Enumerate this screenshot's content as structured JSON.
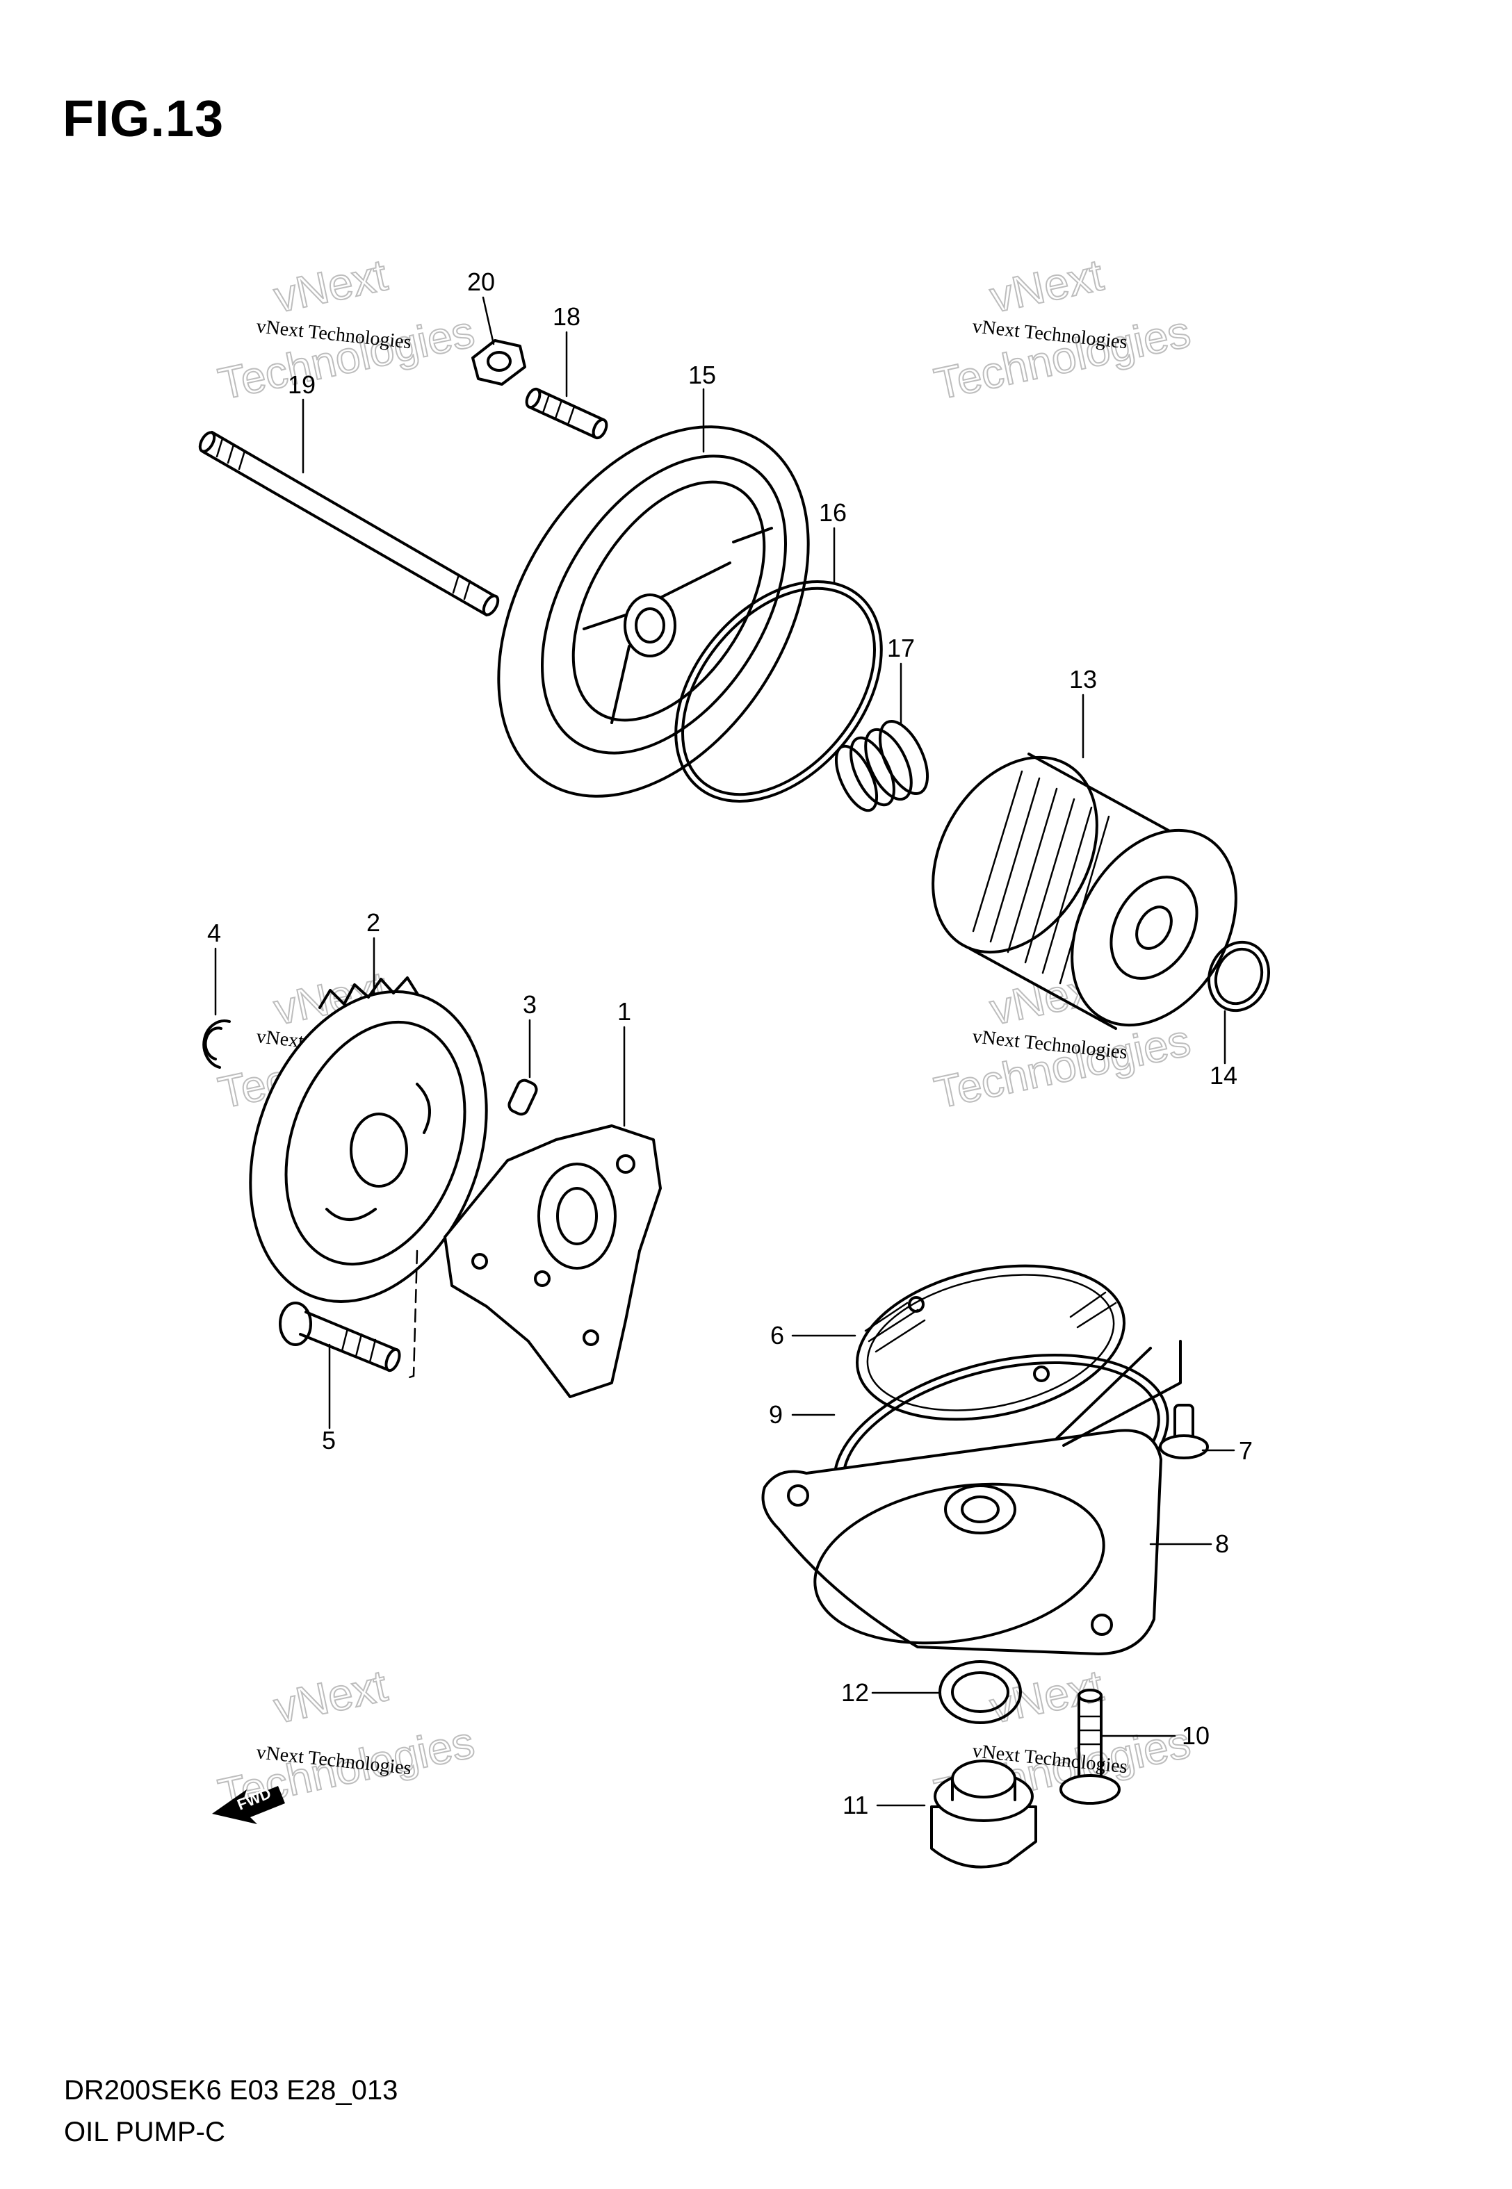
{
  "figure": {
    "title": "FIG.13",
    "code": "DR200SEK6 E03 E28_013",
    "name": "OIL PUMP-C"
  },
  "watermark": {
    "brand_line": "vNext Technologies",
    "big_word_1": "vNext",
    "big_word_2": "Technologies"
  },
  "callouts": {
    "c1": "1",
    "c2": "2",
    "c3": "3",
    "c4": "4",
    "c5": "5",
    "c6": "6",
    "c7": "7",
    "c8": "8",
    "c9": "9",
    "c10": "10",
    "c11": "11",
    "c12": "12",
    "c13": "13",
    "c14": "14",
    "c15": "15",
    "c16": "16",
    "c17": "17",
    "c18": "18",
    "c19": "19",
    "c20": "20"
  },
  "fwd_label": "FWD"
}
